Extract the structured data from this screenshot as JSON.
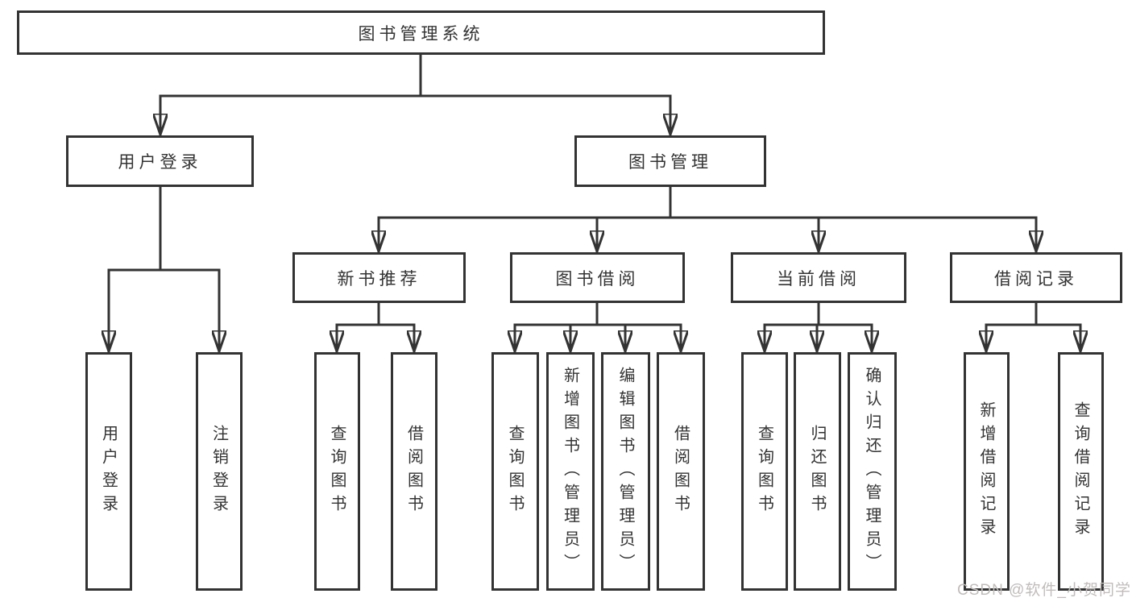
{
  "diagram": {
    "title_note": "",
    "root": {
      "label": "图书管理系统"
    },
    "branches": [
      {
        "label": "用户登录",
        "children": [
          {
            "label": "用户登录"
          },
          {
            "label": "注销登录"
          }
        ]
      },
      {
        "label": "图书管理",
        "children": [
          {
            "label": "新书推荐",
            "children": [
              {
                "label": "查询图书"
              },
              {
                "label": "借阅图书"
              }
            ]
          },
          {
            "label": "图书借阅",
            "children": [
              {
                "label": "查询图书"
              },
              {
                "label": "新增图书（管理员）"
              },
              {
                "label": "编辑图书（管理员）"
              },
              {
                "label": "借阅图书"
              }
            ]
          },
          {
            "label": "当前借阅",
            "children": [
              {
                "label": "查询图书"
              },
              {
                "label": "归还图书"
              },
              {
                "label": "确认归还（管理员）"
              }
            ]
          },
          {
            "label": "借阅记录",
            "children": [
              {
                "label": "新增借阅记录"
              },
              {
                "label": "查询借阅记录"
              }
            ]
          }
        ]
      }
    ]
  },
  "watermark": {
    "text": "CSDN @软件_小贺同学"
  },
  "colors": {
    "line": "#333333",
    "box_border": "#333333",
    "text": "#333333",
    "background": "#ffffff",
    "watermark": "#c2bcbc"
  }
}
